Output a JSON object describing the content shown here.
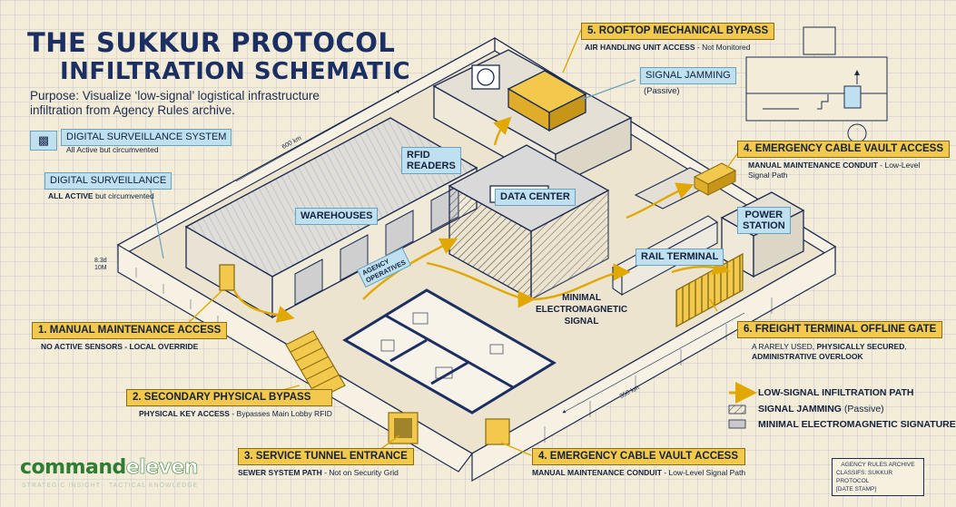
{
  "title": {
    "line1": "THE SUKKUR PROTOCOL",
    "line2": "INFILTRATION SCHEMATIC"
  },
  "purpose": {
    "line1": "Purpose: Visualize ‘low-signal’ logistical infrastructure",
    "line2": "infiltration from Agency Rules archive."
  },
  "callouts": {
    "surv_system": {
      "title": "DIGITAL SURVEILLANCE SYSTEM",
      "sub": "All Active but circumvented"
    },
    "surv": {
      "title": "DIGITAL SURVEILLANCE",
      "sub_bold": "ALL ACTIVE",
      "sub_rest": " but circumvented"
    },
    "c1": {
      "title": "1. MANUAL MAINTENANCE ACCESS",
      "sub": "NO ACTIVE SENSORS - LOCAL OVERRIDE"
    },
    "c2": {
      "title": "2. SECONDARY PHYSICAL BYPASS",
      "sub_bold": "PHYSICAL KEY ACCESS",
      "sub_rest": " - Bypasses Main Lobby RFID"
    },
    "c3": {
      "title": "3. SERVICE TUNNEL ENTRANCE",
      "sub_bold": "SEWER SYSTEM PATH",
      "sub_rest": " - Not on Security Grid"
    },
    "c4a": {
      "title": "4. EMERGENCY CABLE VAULT ACCESS",
      "sub_bold": "MANUAL MAINTENANCE CONDUIT",
      "sub_rest": " - Low-Level Signal Path"
    },
    "c4b": {
      "title": "4. EMERGENCY CABLE VAULT ACCESS",
      "sub_bold": "MANUAL MAINTENANCE CONDUIT",
      "sub_rest": " - Low-Level",
      "sub_line2": "Signal Path"
    },
    "c5": {
      "title": "5. ROOFTOP MECHANICAL BYPASS",
      "sub_bold": "AIR HANDLING UNIT ACCESS",
      "sub_rest": " - Not Monitored"
    },
    "c6": {
      "title": "6. FREIGHT TERMINAL OFFLINE GATE",
      "sub_a": "A RARELY USED, ",
      "sub_bold": "PHYSICALLY SECURED",
      "sub_b": ",",
      "sub_line2": "ADMINISTRATIVE OVERLOOK"
    },
    "jam": {
      "title": "SIGNAL JAMMING",
      "sub": "(Passive)"
    }
  },
  "places": {
    "rfid_1": "RFID",
    "rfid_2": "READERS",
    "warehouses": "WAREHOUSES",
    "data_center": "DATA CENTER",
    "power_1": "POWER",
    "power_2": "STATION",
    "rail": "RAIL TERMINAL",
    "mes_1": "MINIMAL",
    "mes_2": "ELECTROMAGNETIC",
    "mes_3": "SIGNAL",
    "operatives_1": "AGENCY",
    "operatives_2": "OPERATIVES"
  },
  "dimensions": {
    "top": "600 km",
    "left_1": "8.3d",
    "left_2": "10M",
    "bottom": "350 km"
  },
  "legend": {
    "path": "LOW-SIGNAL INFILTRATION PATH",
    "jam_a": "SIGNAL JAMMING",
    "jam_b": " (Passive)",
    "mes": "MINIMAL ELECTROMAGNETIC SIGNATURE"
  },
  "brand": {
    "part1": "command",
    "part2": "eleven",
    "tagline": "STRATEGIC INSIGHT · TACTICAL KNOWLEDGE"
  },
  "stamp": {
    "line1": "AGENCY RULES ARCHIVE",
    "line2": "CLASSIFS: SUKKUR PROTOCOL",
    "line3": "[DATE STAMP]"
  },
  "icons": {
    "camera": "cctv-camera-icon",
    "arrow": "arrow-right-icon"
  },
  "colors": {
    "accent_yellow": "#f2c94c",
    "navy": "#1c2f63",
    "info_blue": "#bfe0ee",
    "paper": "#f3ecd9",
    "brand_green": "#2e7d32"
  }
}
